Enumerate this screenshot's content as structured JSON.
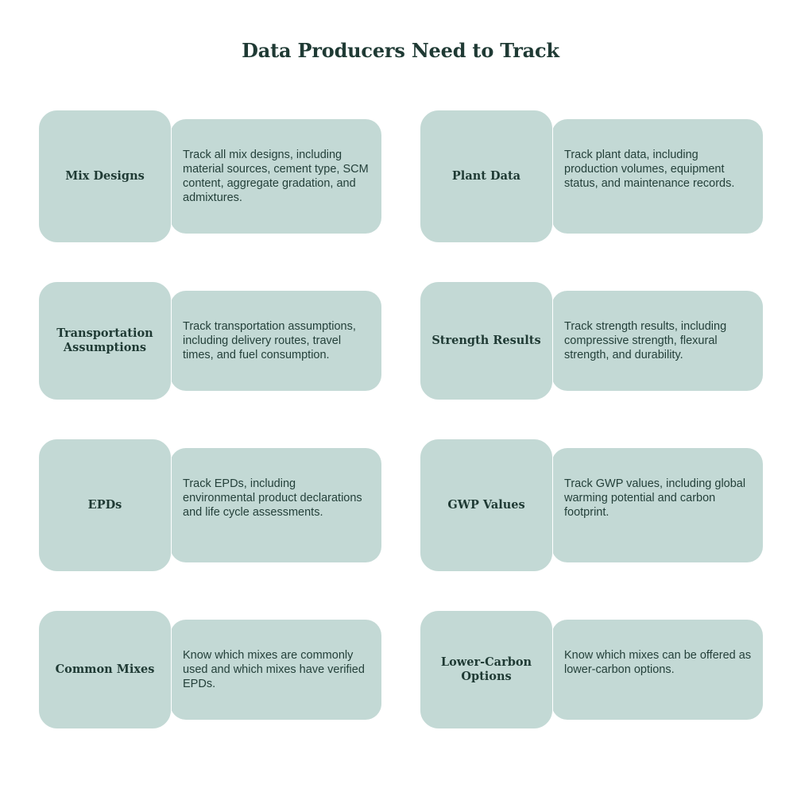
{
  "title": "Data Producers Need to Track",
  "colors": {
    "card_fill": "#c3d9d5",
    "label_text": "#1f3a34",
    "body_text": "#24403a",
    "title_text": "#1f3a34"
  },
  "cards": [
    {
      "label": "Mix Designs",
      "description": "Track all mix designs, including material sources, cement type, SCM content, aggregate gradation, and admixtures."
    },
    {
      "label": "Plant Data",
      "description": "Track plant data, including production volumes, equipment status, and maintenance records."
    },
    {
      "label": "Transportation Assumptions",
      "description": "Track transportation assumptions, including delivery routes, travel times, and fuel consumption."
    },
    {
      "label": "Strength Results",
      "description": "Track strength results, including compressive strength, flexural strength, and durability."
    },
    {
      "label": "EPDs",
      "description": "Track EPDs, including environmental product declarations and life cycle assessments."
    },
    {
      "label": "GWP Values",
      "description": "Track GWP values, including global warming potential and carbon footprint."
    },
    {
      "label": "Common Mixes",
      "description": "Know which mixes are commonly used and which mixes have verified EPDs."
    },
    {
      "label": "Lower-Carbon Options",
      "description": "Know which mixes can be offered as lower-carbon options."
    }
  ]
}
